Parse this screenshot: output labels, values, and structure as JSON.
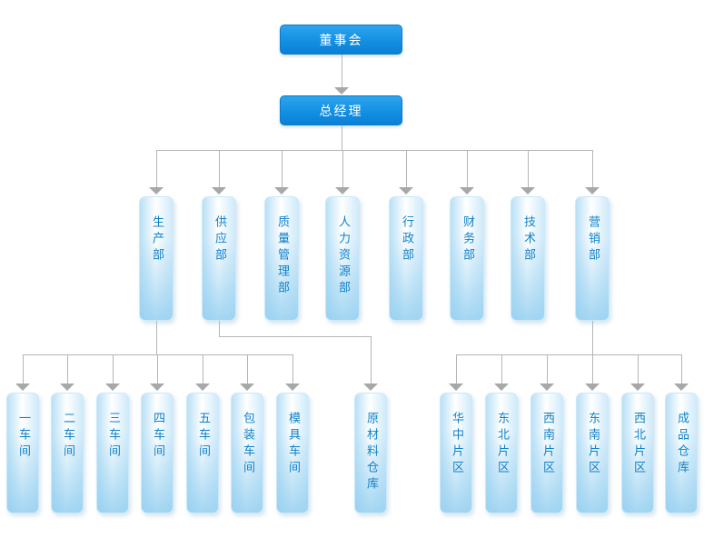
{
  "org": {
    "board": {
      "label": "董事会"
    },
    "general_manager": {
      "label": "总经理"
    },
    "departments": [
      {
        "label": "生产部",
        "children": [
          "一车间",
          "二车间",
          "三车间",
          "四车间",
          "五车间",
          "包装车间",
          "模具车间"
        ]
      },
      {
        "label": "供应部",
        "children": [
          "原材料仓库"
        ]
      },
      {
        "label": "质量管理部",
        "children": []
      },
      {
        "label": "人力资源部",
        "children": []
      },
      {
        "label": "行政部",
        "children": []
      },
      {
        "label": "财务部",
        "children": []
      },
      {
        "label": "技术部",
        "children": []
      },
      {
        "label": "营销部",
        "children": [
          "华中片区",
          "东北片区",
          "西南片区",
          "东南片区",
          "西北片区",
          "成品仓库"
        ]
      }
    ],
    "colors": {
      "executive_node_top": "#2ea4ec",
      "executive_node_bottom": "#0a80d6",
      "executive_text": "#ffffff",
      "branch_node_fill": "#b9e0f6",
      "branch_text": "#1081c8",
      "connector_line": "#b5b5b5",
      "arrow": "#a8a8a8"
    }
  }
}
